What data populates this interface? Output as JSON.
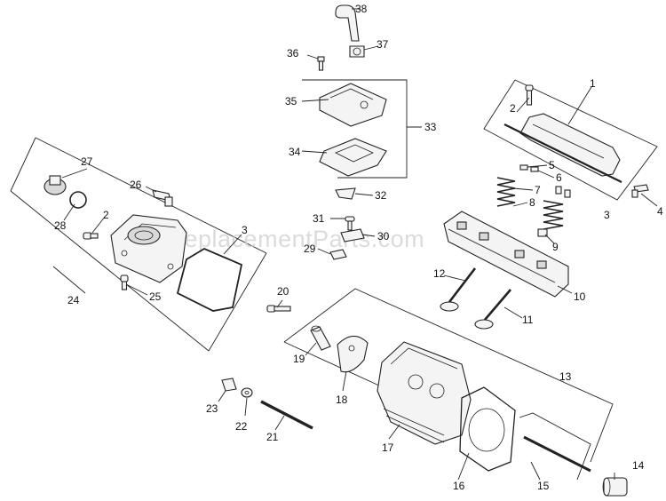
{
  "watermark": "eReplacementParts.com",
  "callouts": {
    "c1": "1",
    "c2a": "2",
    "c2b": "2",
    "c3a": "3",
    "c3b": "3",
    "c4": "4",
    "c5": "5",
    "c6": "6",
    "c7": "7",
    "c8": "8",
    "c9": "9",
    "c10": "10",
    "c11": "11",
    "c12": "12",
    "c13": "13",
    "c14": "14",
    "c15": "15",
    "c16": "16",
    "c17": "17",
    "c18": "18",
    "c19": "19",
    "c20": "20",
    "c21": "21",
    "c22": "22",
    "c23": "23",
    "c24": "24",
    "c25": "25",
    "c26": "26",
    "c27": "27",
    "c28": "28",
    "c29": "29",
    "c30": "30",
    "c31": "31",
    "c32": "32",
    "c33": "33",
    "c34": "34",
    "c35": "35",
    "c36": "36",
    "c37": "37",
    "c38": "38"
  }
}
